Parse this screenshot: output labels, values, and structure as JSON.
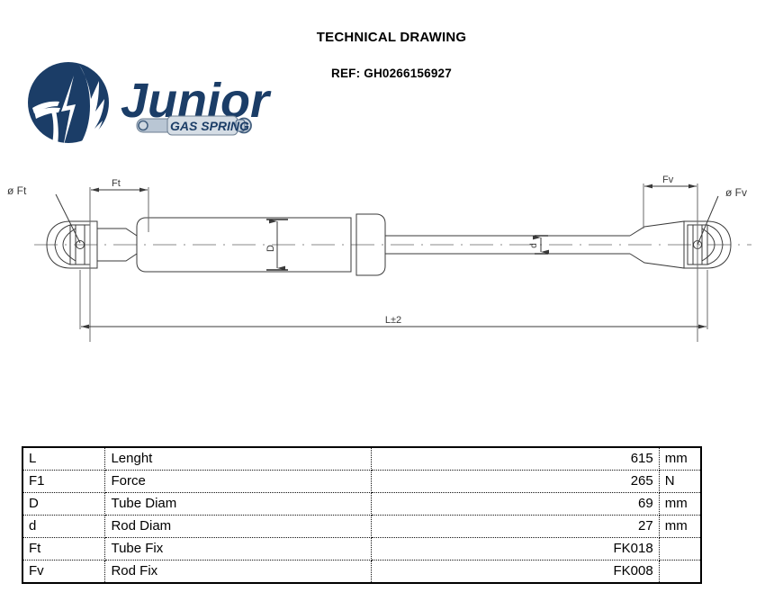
{
  "header": {
    "title": "TECHNICAL DRAWING",
    "reference": "REF:  GH0266156927"
  },
  "logo": {
    "brand": "Junior",
    "tagline": "GAS SPRING",
    "color": "#1b3d67",
    "color_light": "#2d5d90"
  },
  "drawing": {
    "labels": {
      "tube_fix_diam": "ø Ft",
      "tube_fix_dim": "Ft",
      "rod_fix_diam": "ø Fv",
      "rod_fix_dim": "Fv",
      "tube_diam": "D",
      "rod_diam": "d",
      "overall_length": "L±2"
    }
  },
  "spec_table": {
    "rows": [
      {
        "code": "L",
        "name": "Lenght",
        "value": "615",
        "unit": "mm"
      },
      {
        "code": "F1",
        "name": "Force",
        "value": "265",
        "unit": "N"
      },
      {
        "code": "D",
        "name": "Tube Diam",
        "value": "69",
        "unit": "mm"
      },
      {
        "code": "d",
        "name": "Rod Diam",
        "value": "27",
        "unit": "mm"
      },
      {
        "code": "Ft",
        "name": "Tube Fix",
        "value": "FK018",
        "unit": ""
      },
      {
        "code": "Fv",
        "name": "Rod Fix",
        "value": "FK008",
        "unit": ""
      }
    ]
  }
}
